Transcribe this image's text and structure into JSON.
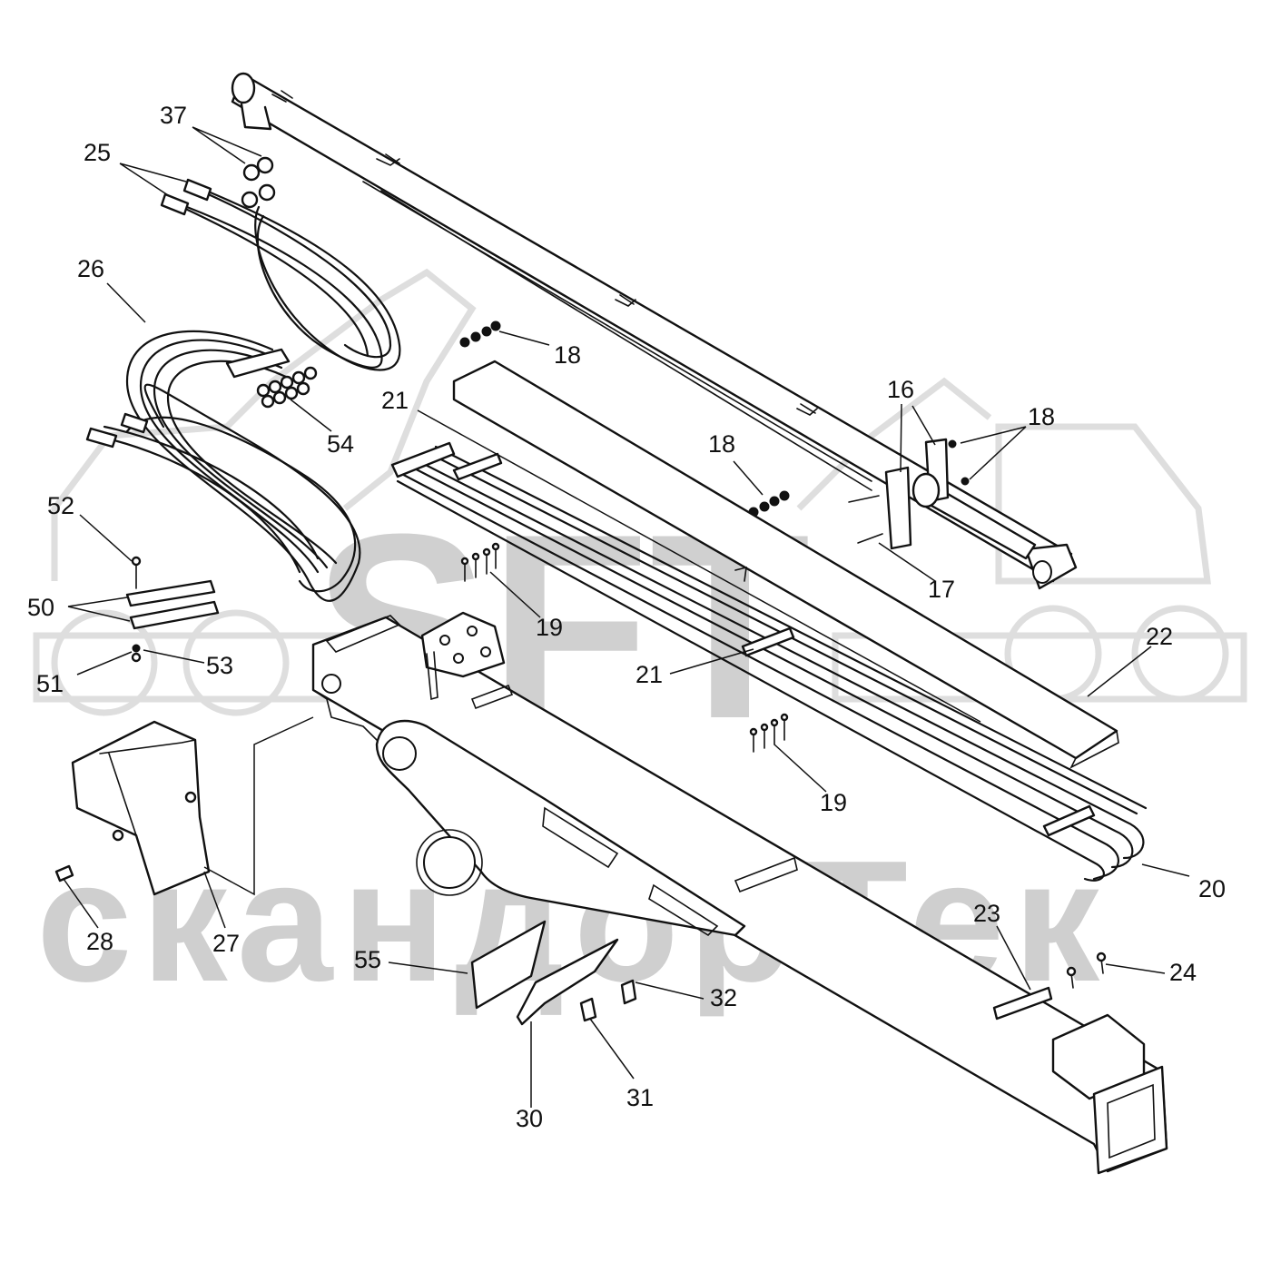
{
  "watermark": {
    "logo_text": "SFT",
    "brand_text": "скандорТек",
    "color": "#cfcfcf"
  },
  "callouts": [
    {
      "id": "c37",
      "text": "37"
    },
    {
      "id": "c25",
      "text": "25"
    },
    {
      "id": "c26",
      "text": "26"
    },
    {
      "id": "c54",
      "text": "54"
    },
    {
      "id": "c18a",
      "text": "18"
    },
    {
      "id": "c21a",
      "text": "21"
    },
    {
      "id": "c16",
      "text": "16"
    },
    {
      "id": "c18b",
      "text": "18"
    },
    {
      "id": "c18c",
      "text": "18"
    },
    {
      "id": "c52",
      "text": "52"
    },
    {
      "id": "c50",
      "text": "50"
    },
    {
      "id": "c51",
      "text": "51"
    },
    {
      "id": "c53",
      "text": "53"
    },
    {
      "id": "c19a",
      "text": "19"
    },
    {
      "id": "c17",
      "text": "17"
    },
    {
      "id": "c22",
      "text": "22"
    },
    {
      "id": "c21b",
      "text": "21"
    },
    {
      "id": "c19b",
      "text": "19"
    },
    {
      "id": "c20",
      "text": "20"
    },
    {
      "id": "c28",
      "text": "28"
    },
    {
      "id": "c27",
      "text": "27"
    },
    {
      "id": "c23",
      "text": "23"
    },
    {
      "id": "c24",
      "text": "24"
    },
    {
      "id": "c55",
      "text": "55"
    },
    {
      "id": "c32",
      "text": "32"
    },
    {
      "id": "c31",
      "text": "31"
    },
    {
      "id": "c30",
      "text": "30"
    }
  ]
}
